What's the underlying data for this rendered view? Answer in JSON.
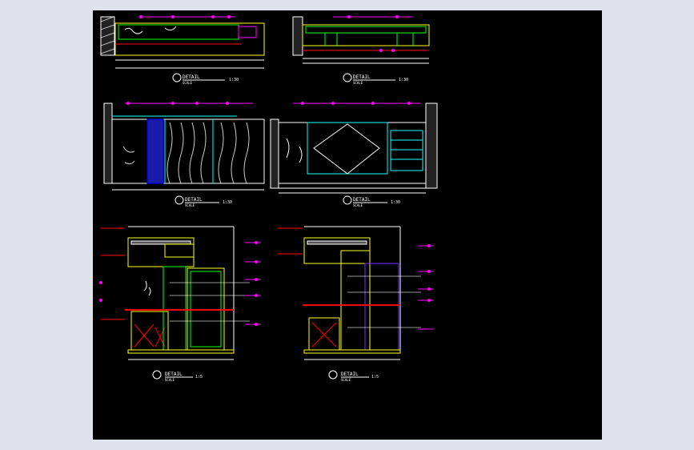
{
  "drawing": {
    "background": "#000000",
    "canvas_background": "#dfe2ea",
    "colors": {
      "white": "#ffffff",
      "yellow": "#ffff00",
      "green": "#00ff00",
      "cyan": "#00ffff",
      "magenta": "#ff00ff",
      "red": "#ff0000",
      "blue": "#0000ff",
      "purple": "#7a2cff"
    },
    "details": [
      {
        "id": "detail-1",
        "title": "DETAIL",
        "subtitle": "SCALE",
        "scale": "1:30"
      },
      {
        "id": "detail-2",
        "title": "DETAIL",
        "subtitle": "SCALE",
        "scale": "1:30"
      },
      {
        "id": "detail-3",
        "title": "DETAIL",
        "subtitle": "SCALE",
        "scale": "1:30"
      },
      {
        "id": "detail-4",
        "title": "DETAIL",
        "subtitle": "SCALE",
        "scale": "1:30"
      },
      {
        "id": "detail-5",
        "title": "DETAIL",
        "subtitle": "SCALE",
        "scale": "1:5"
      },
      {
        "id": "detail-6",
        "title": "DETAIL",
        "subtitle": "SCALE",
        "scale": "1:5"
      }
    ]
  }
}
